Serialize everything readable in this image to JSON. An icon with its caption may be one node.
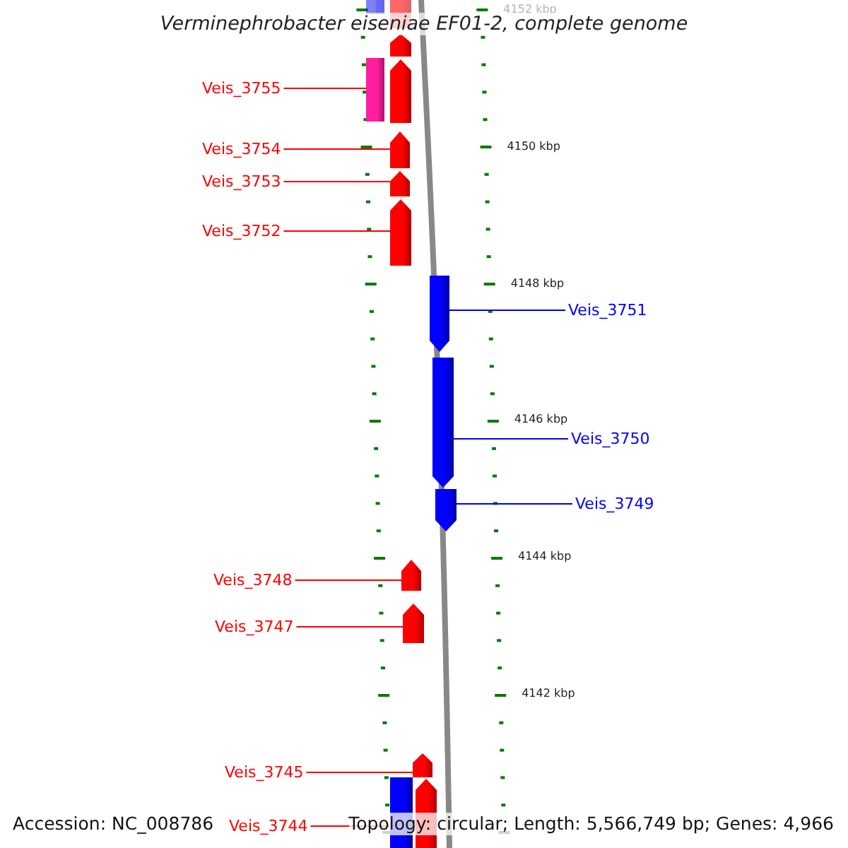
{
  "diagram": {
    "title": "Verminephrobacter eiseniae EF01-2, complete genome",
    "nodes": [
      {
        "text": [
          "Veis_3755"
        ]
      },
      {
        "text": [],
        "shape": "bar"
      },
      {
        "text": [
          "Veis_3754"
        ]
      },
      {
        "text": [],
        "shape": "arrow"
      },
      {
        "text": [
          "Veis_3753"
        ]
      },
      {
        "text": [],
        "shape": "arrow"
      },
      {
        "text": [
          "Veis_3752"
        ]
      },
      {
        "text": [],
        "shape": "arrow"
      },
      {
        "text": [
          "Veis_3751"
        ]
      },
      {
        "text": [],
        "shape": "arrow"
      },
      {
        "text": [
          "Veis_3750"
        ]
      },
      {
        "text": [],
        "shape": "arrow"
      },
      {
        "text": [
          "Veis_3749"
        ]
      },
      {
        "text": [],
        "shape": "arrow"
      },
      {
        "text": [
          "Veis_3748"
        ]
      },
      {
        "text": [],
        "shape": "arrow"
      },
      {
        "text": [
          "Veis_3747"
        ]
      },
      {
        "text": [],
        "shape": "arrow"
      },
      {
        "text": [
          "Veis_3745"
        ]
      },
      {
        "text": [],
        "shape": "arrow"
      },
      {
        "text": [
          "Veis_3744"
        ]
      },
      {
        "text": [],
        "shape": "arrow"
      },
      {
        "text": [],
        "shape": "bar"
      },
      {
        "text": [],
        "shape": "bar"
      },
      {
        "text": [],
        "shape": "bar"
      },
      {
        "text": [],
        "shape": "arrow"
      },
      {
        "text": [],
        "shape": "arrow"
      },
      {
        "text": [],
        "shape": "bar"
      }
    ],
    "edges": [
      {
        "from": 0,
        "to": 1,
        "arrow": "none"
      },
      {
        "from": 2,
        "to": 3,
        "arrow": "none"
      },
      {
        "from": 4,
        "to": 5,
        "arrow": "none"
      },
      {
        "from": 6,
        "to": 7,
        "arrow": "none"
      },
      {
        "from": 8,
        "to": 9,
        "arrow": "none",
        "color": "#0000ff"
      },
      {
        "from": 10,
        "to": 11,
        "arrow": "none",
        "color": "#0000ff"
      },
      {
        "from": 12,
        "to": 13,
        "arrow": "none",
        "color": "#0000ff"
      },
      {
        "from": 14,
        "to": 15,
        "arrow": "none"
      },
      {
        "from": 16,
        "to": 17,
        "arrow": "none"
      },
      {
        "from": 18,
        "to": 19,
        "arrow": "none"
      },
      {
        "from": 20,
        "to": 21,
        "arrow": "none"
      }
    ],
    "labels": [
      "4152 kbp",
      "4150 kbp",
      "4148 kbp",
      "4146 kbp",
      "4144 kbp",
      "4142 kbp",
      "Accession: NC_008786",
      "Topology: circular; Length: 5,566,749 bp; Genes: 4,966"
    ]
  }
}
